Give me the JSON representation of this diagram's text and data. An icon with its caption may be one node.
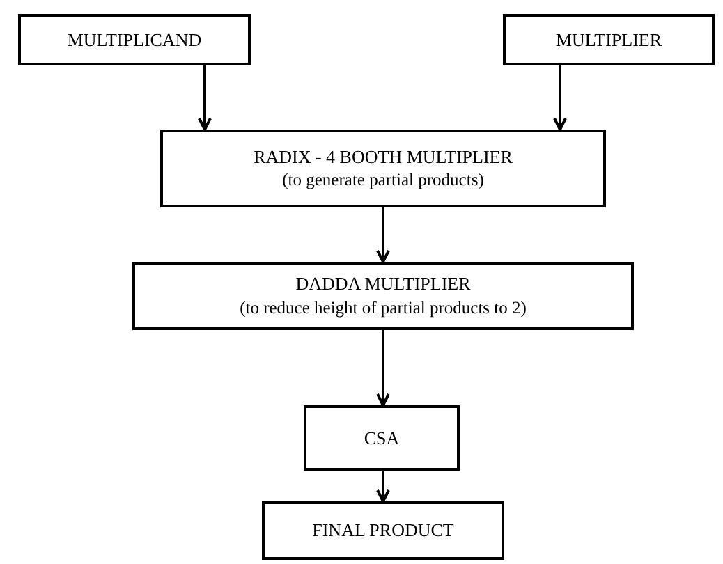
{
  "diagram": {
    "nodes": [
      {
        "text": [
          "MULTIPLICAND"
        ]
      },
      {
        "text": [
          "MULTIPLIER"
        ]
      },
      {
        "text": [
          "RADIX - 4  BOOTH MULTIPLIER",
          "(to generate partial products)"
        ]
      },
      {
        "text": [
          "DADDA MULTIPLIER",
          "(to reduce height of partial products to 2)"
        ]
      },
      {
        "text": [
          "CSA"
        ]
      },
      {
        "text": [
          "FINAL PRODUCT"
        ]
      }
    ],
    "edges": [
      {
        "from": 0,
        "to": 2,
        "arrow": "to"
      },
      {
        "from": 1,
        "to": 2,
        "arrow": "to"
      },
      {
        "from": 2,
        "to": 3,
        "arrow": "to"
      },
      {
        "from": 3,
        "to": 4,
        "arrow": "to"
      },
      {
        "from": 4,
        "to": 5,
        "arrow": "to"
      }
    ]
  }
}
